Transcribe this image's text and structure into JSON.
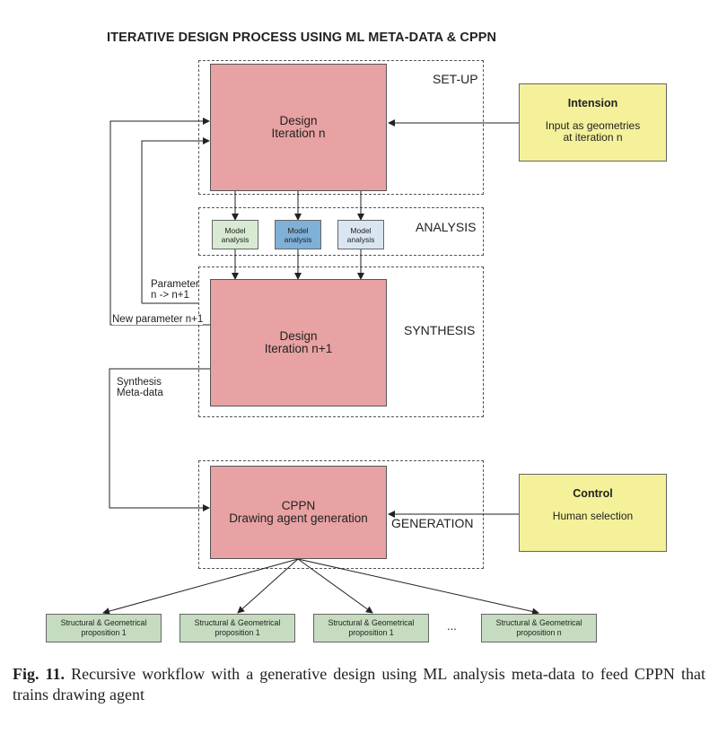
{
  "title": "ITERATIVE DESIGN PROCESS  USING ML META-DATA & CPPN",
  "sections": {
    "setup": "SET-UP",
    "analysis": "ANALYSIS",
    "synthesis": "SYNTHESIS",
    "generation": "GENERATION"
  },
  "design_n": {
    "line1": "Design",
    "line2": "Iteration n"
  },
  "design_n1": {
    "line1": "Design",
    "line2": "Iteration n+1"
  },
  "cppn": {
    "line1": "CPPN",
    "line2": "Drawing agent generation"
  },
  "intension": {
    "title": "Intension",
    "line1": "Input as geometries",
    "line2": "at iteration n"
  },
  "control": {
    "title": "Control",
    "text": "Human selection"
  },
  "model_analysis": [
    {
      "line1": "Model",
      "line2": "analysis",
      "color": "#d8ebd2"
    },
    {
      "line1": "Model",
      "line2": "analysis",
      "color": "#7fb0d8"
    },
    {
      "line1": "Model",
      "line2": "analysis",
      "color": "#d9e6f2"
    }
  ],
  "labels": {
    "parameter_line1": "Parameter",
    "parameter_line2": "n -> n+1",
    "new_parameter": "New parameter n+1",
    "synthesis_line1": "Synthesis",
    "synthesis_line2": "Meta-data",
    "ellipsis": "..."
  },
  "propositions": [
    {
      "line1": "Structural & Geometrical",
      "line2": "proposition 1"
    },
    {
      "line1": "Structural & Geometrical",
      "line2": "proposition 1"
    },
    {
      "line1": "Structural & Geometrical",
      "line2": "proposition 1"
    },
    {
      "line1": "Structural & Geometrical",
      "line2": "proposition n"
    }
  ],
  "caption": {
    "label": "Fig. 11.",
    "text": " Recursive workflow with a generative design using ML analysis meta-data to feed CPPN that trains drawing agent"
  }
}
